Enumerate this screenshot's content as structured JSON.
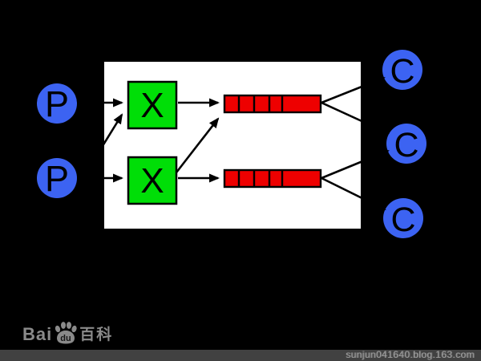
{
  "diagram": {
    "producers": [
      {
        "label": "P"
      },
      {
        "label": "P"
      }
    ],
    "exchanges": [
      {
        "label": "X"
      },
      {
        "label": "X"
      }
    ],
    "queues": [
      {
        "cells": 5
      },
      {
        "cells": 5
      }
    ],
    "consumers": [
      {
        "label": "C"
      },
      {
        "label": "C"
      },
      {
        "label": "C"
      }
    ],
    "colors": {
      "node_blue": "#3c63f2",
      "exchange_green": "#00de07",
      "queue_red": "#ee0000",
      "panel_white": "#ffffff",
      "line_black": "#000000",
      "canvas_black": "#000000"
    }
  },
  "footer": {
    "logo": {
      "bai": "Bai",
      "du": "du",
      "baike": "百科"
    },
    "watermark": "sunjun041640.blog.163.com"
  }
}
